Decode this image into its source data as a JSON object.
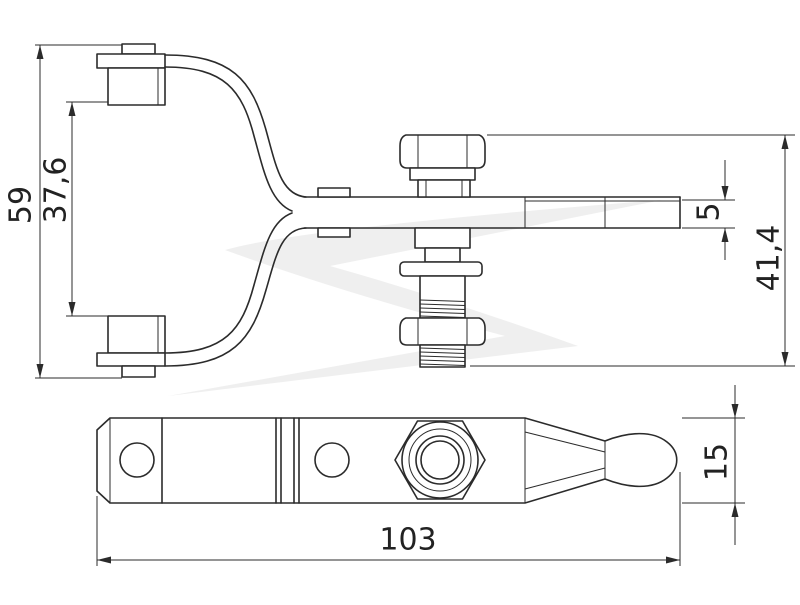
{
  "dimensions": {
    "height_total": "59",
    "height_inner": "37,6",
    "plate": "5",
    "height_bolt": "41,4",
    "width": "15",
    "length": "103"
  },
  "colors": {
    "line": "#2b2b2b",
    "text": "#222222",
    "watermark": "#ebebeb",
    "background": "#ffffff"
  }
}
